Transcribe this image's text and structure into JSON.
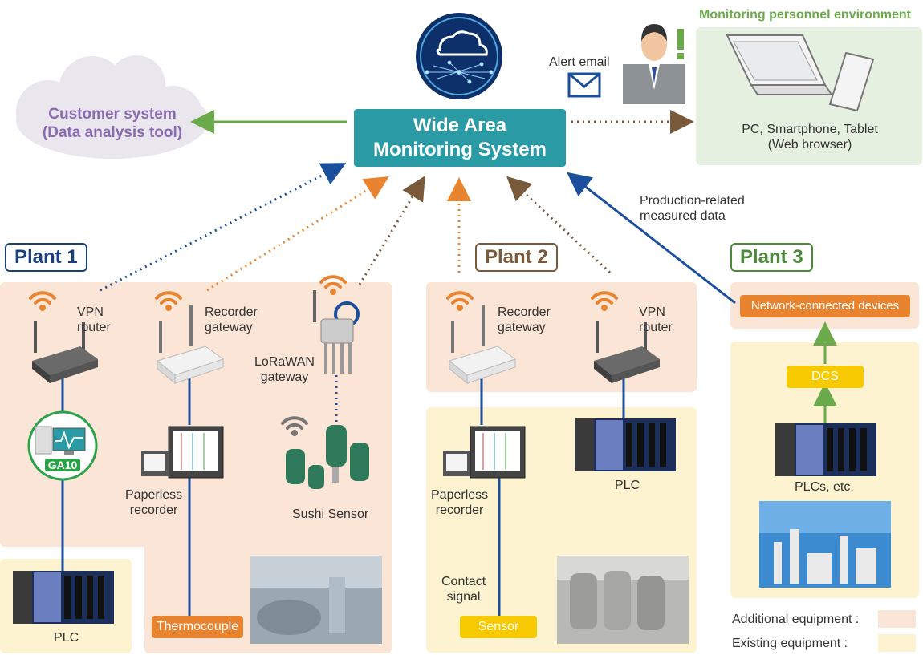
{
  "center": {
    "title_line1": "Wide Area",
    "title_line2": "Monitoring System"
  },
  "customer": {
    "line1": "Customer system",
    "line2": "(Data analysis tool)"
  },
  "monitoring": {
    "heading": "Monitoring personnel environment",
    "devices_line1": "PC, Smartphone, Tablet",
    "devices_line2": "(Web browser)",
    "alert": "Alert email"
  },
  "production_data": {
    "line1": "Production-related",
    "line2": "measured data"
  },
  "plant1": {
    "title": "Plant 1",
    "vpn_router_line1": "VPN",
    "vpn_router_line2": "router",
    "recorder_gateway_line1": "Recorder",
    "recorder_gateway_line2": "gateway",
    "lorawan_line1": "LoRaWAN",
    "lorawan_line2": "gateway",
    "ga10": "GA10",
    "paperless_line1": "Paperless",
    "paperless_line2": "recorder",
    "sushi": "Sushi Sensor",
    "plc": "PLC",
    "thermocouple": "Thermocouple"
  },
  "plant2": {
    "title": "Plant 2",
    "recorder_gateway_line1": "Recorder",
    "recorder_gateway_line2": "gateway",
    "vpn_router_line1": "VPN",
    "vpn_router_line2": "router",
    "paperless_line1": "Paperless",
    "paperless_line2": "recorder",
    "plc": "PLC",
    "contact_line1": "Contact",
    "contact_line2": "signal",
    "sensor": "Sensor"
  },
  "plant3": {
    "title": "Plant 3",
    "network_devices": "Network-connected devices",
    "dcs": "DCS",
    "plcs": "PLCs, etc."
  },
  "legend": {
    "additional": "Additional equipment :",
    "existing": "Existing equipment :"
  },
  "colors": {
    "teal": "#2a9aa5",
    "purple": "#8a6bb0",
    "green": "#6aaa4a",
    "brown": "#7a5a3a",
    "orange": "#e8842f",
    "blue": "#1b4f9c",
    "yellow": "#f7c900",
    "add_bg": "#fbe5d6",
    "exist_bg": "#fdf3d0"
  }
}
